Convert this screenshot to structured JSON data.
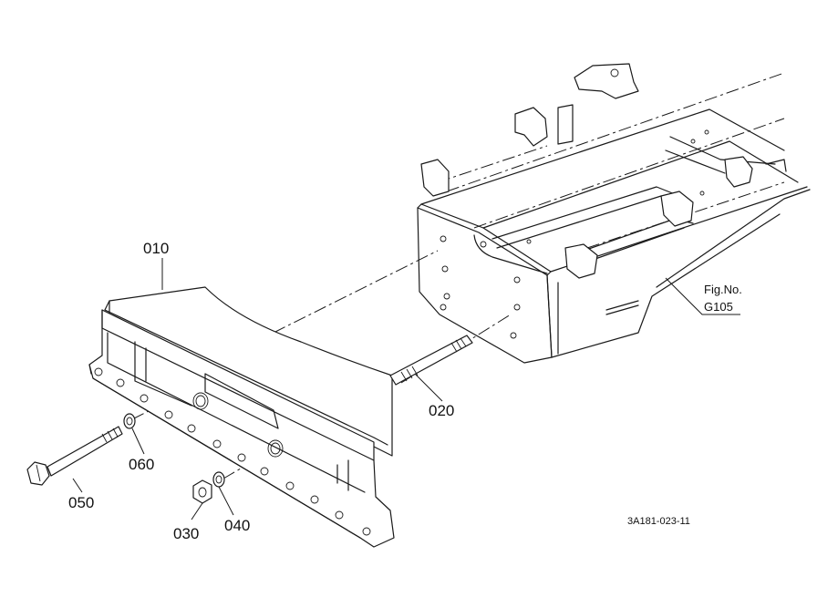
{
  "diagram": {
    "parts": [
      {
        "id": "part-010",
        "label": "010"
      },
      {
        "id": "part-020",
        "label": "020"
      },
      {
        "id": "part-030",
        "label": "030"
      },
      {
        "id": "part-040",
        "label": "040"
      },
      {
        "id": "part-050",
        "label": "050"
      },
      {
        "id": "part-060",
        "label": "060"
      }
    ],
    "figure_ref": {
      "line1": "Fig.No.",
      "line2": "G105"
    },
    "drawing_code": "3A181-023-11"
  }
}
